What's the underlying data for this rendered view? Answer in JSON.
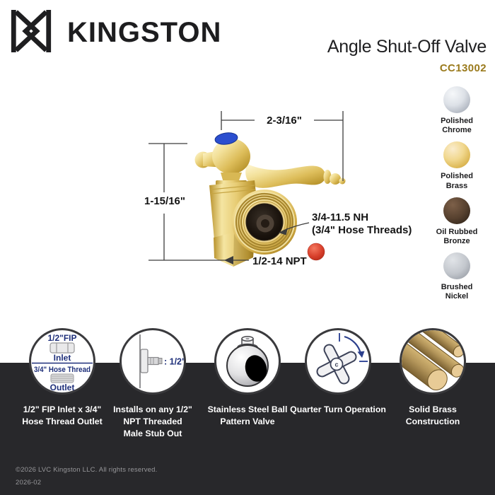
{
  "brand": {
    "wordmark": "KINGSTON",
    "logo_icon": "kx-monogram"
  },
  "header": {
    "title": "Angle Shut-Off Valve",
    "model": "CC13002"
  },
  "diagram": {
    "dim_width": "2-3/16\"",
    "dim_height": "1-15/16\"",
    "outlet_line1": "3/4-11.5 NH",
    "outlet_line2": "(3/4\" Hose Threads)",
    "inlet_label": "1/2-14 NPT"
  },
  "finishes": [
    {
      "name": "Polished\nChrome",
      "swatch": "polished-chrome"
    },
    {
      "name": "Polished\nBrass",
      "swatch": "polished-brass"
    },
    {
      "name": "Oil Rubbed\nBronze",
      "swatch": "oil-rubbed-bronze"
    },
    {
      "name": "Brushed\nNickel",
      "swatch": "brushed-nickel"
    }
  ],
  "features": [
    {
      "caption": "1/2\" FIP Inlet x 3/4\"\nHose Thread Outlet",
      "icon": "fip-inlet-outlet-icon",
      "icon_labels": {
        "top": "1/2\"FIP",
        "inlet": "Inlet",
        "mid": "3/4\" Hose Thread",
        "outlet": "Outlet"
      }
    },
    {
      "caption": "Installs on any 1/2\"\nNPT Threaded\nMale Stub Out",
      "icon": "stub-out-icon",
      "icon_labels": {
        "size": ": 1/2\""
      }
    },
    {
      "caption": "Stainless Steel Ball\nPattern Valve",
      "icon": "ball-valve-icon"
    },
    {
      "caption": "Quarter Turn Operation",
      "icon": "quarter-turn-icon",
      "icon_labels": {
        "center": "c"
      }
    },
    {
      "caption": "Solid Brass\nConstruction",
      "icon": "brass-rods-icon"
    }
  ],
  "footer": {
    "copyright": "©2026 LVC Kingston LLC.  All rights reserved.",
    "date_code": "2026-02"
  },
  "colors": {
    "model_gold": "#9a7a1c",
    "band_dark": "#28282b",
    "annotation_navy": "#1e2f7a",
    "red_index_dot": "#d43a28",
    "blue_index_cap": "#2b4ecf",
    "brass_finish": "#ddb957"
  }
}
